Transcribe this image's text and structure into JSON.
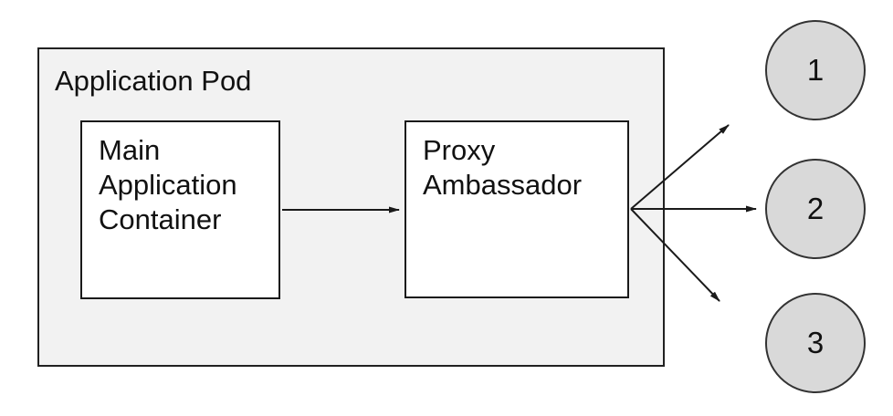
{
  "diagram": {
    "pod_label": "Application Pod",
    "nodes": [
      {
        "id": "main-application-container",
        "label": "Main Application Container"
      },
      {
        "id": "proxy-ambassador",
        "label": "Proxy Ambassador"
      }
    ],
    "endpoints": [
      {
        "id": "endpoint-1",
        "label": "1"
      },
      {
        "id": "endpoint-2",
        "label": "2"
      },
      {
        "id": "endpoint-3",
        "label": "3"
      }
    ],
    "edges": [
      {
        "from": "main-application-container",
        "to": "proxy-ambassador"
      },
      {
        "from": "proxy-ambassador",
        "to": "endpoint-1"
      },
      {
        "from": "proxy-ambassador",
        "to": "endpoint-2"
      },
      {
        "from": "proxy-ambassador",
        "to": "endpoint-3"
      }
    ],
    "colors": {
      "background": "#ffffff",
      "pod_fill": "#f2f2f2",
      "node_fill": "#ffffff",
      "endpoint_fill": "#d9d9d9",
      "stroke": "#1a1a1a"
    }
  }
}
